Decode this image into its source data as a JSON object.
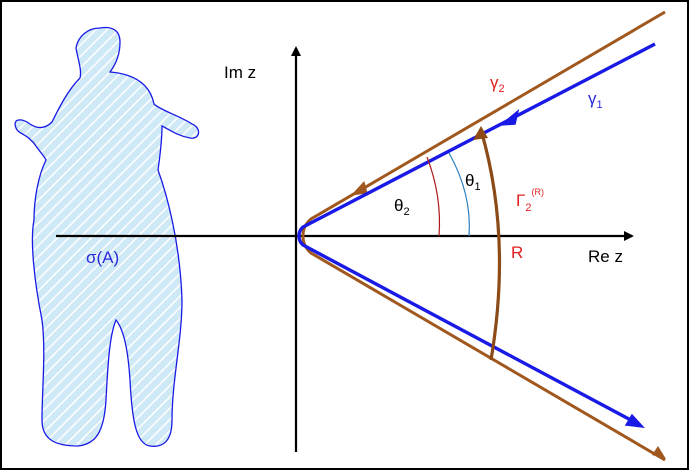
{
  "labels": {
    "im_z": "Im z",
    "re_z": "Re z",
    "sigma_a": "σ(A)",
    "radius": "R",
    "gamma1": {
      "base": "γ",
      "sub": "1"
    },
    "gamma2": {
      "base": "γ",
      "sub": "2"
    },
    "theta1": {
      "base": "θ",
      "sub": "1"
    },
    "theta2": {
      "base": "θ",
      "sub": "2"
    },
    "big_gamma": {
      "base": "Γ",
      "sub": "2",
      "sup": "(R)"
    }
  },
  "colors": {
    "axes": "#000000",
    "frame": "#000000",
    "gamma1": "#1a1ae6",
    "gamma2": "#a0581e",
    "arc_gamma2": "#8b4a16",
    "theta1_arc": "#2a7fbf",
    "theta2_arc": "#b01a1a",
    "region_fill": "#cfe9f6",
    "region_hatch": "#ffffff",
    "region_outline": "#1a1ae6",
    "red_label": "#e02020",
    "blue_label": "#2a2ad8",
    "theta_label": "#000000"
  }
}
